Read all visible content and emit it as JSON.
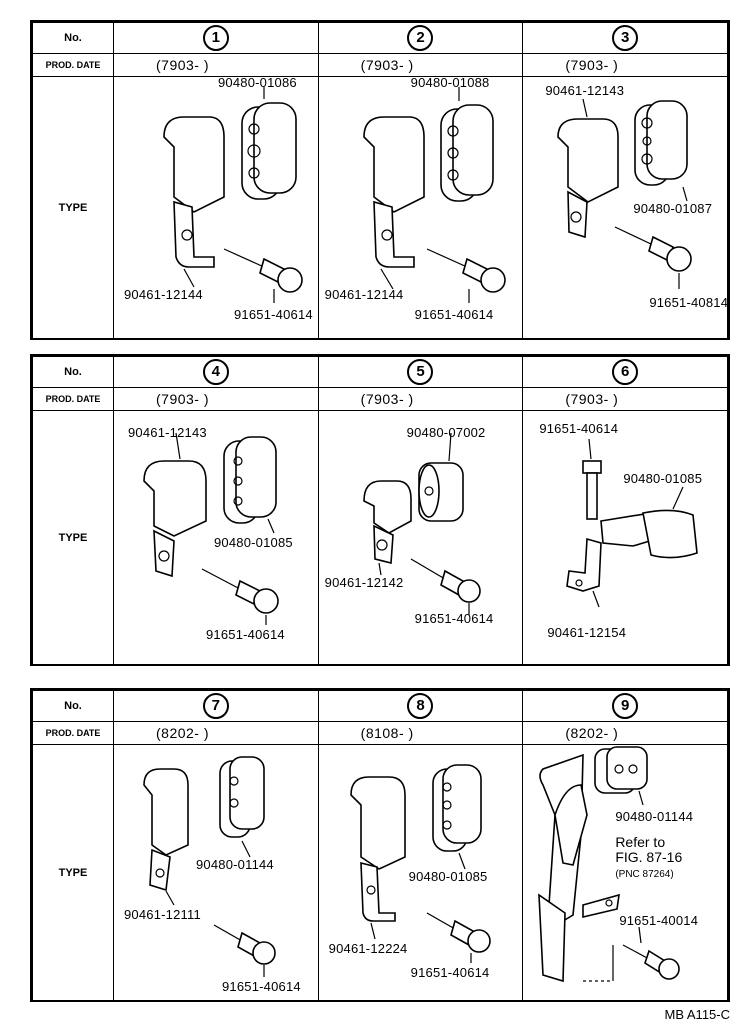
{
  "headers": {
    "no": "No.",
    "prod_date": "PROD. DATE",
    "type": "TYPE"
  },
  "groups": [
    {
      "items": [
        {
          "num": "1",
          "date": "(7903-       )",
          "parts": [
            "90480-01086",
            "90461-12144",
            "91651-40614"
          ]
        },
        {
          "num": "2",
          "date": "(7903-       )",
          "parts": [
            "90480-01088",
            "90461-12144",
            "91651-40614"
          ]
        },
        {
          "num": "3",
          "date": "(7903-       )",
          "parts": [
            "90461-12143",
            "90480-01087",
            "91651-40814"
          ]
        }
      ]
    },
    {
      "items": [
        {
          "num": "4",
          "date": "(7903-       )",
          "parts": [
            "90461-12143",
            "90480-01085",
            "91651-40614"
          ]
        },
        {
          "num": "5",
          "date": "(7903-       )",
          "parts": [
            "90480-07002",
            "90461-12142",
            "91651-40614"
          ]
        },
        {
          "num": "6",
          "date": "(7903-       )",
          "parts": [
            "91651-40614",
            "90480-01085",
            "90461-12154"
          ]
        }
      ]
    },
    {
      "items": [
        {
          "num": "7",
          "date": "(8202-       )",
          "parts": [
            "90480-01144",
            "90461-12111",
            "91651-40614"
          ]
        },
        {
          "num": "8",
          "date": "(8108-       )",
          "parts": [
            "90480-01085",
            "90461-12224",
            "91651-40614"
          ]
        },
        {
          "num": "9",
          "date": "(8202-       )",
          "parts": [
            "90480-01144",
            "91651-40014"
          ],
          "note": {
            "line1": "Refer to",
            "line2": "FIG. 87-16",
            "line3": "(PNC 87264)"
          }
        }
      ]
    }
  ],
  "footer": "MB A115-C"
}
